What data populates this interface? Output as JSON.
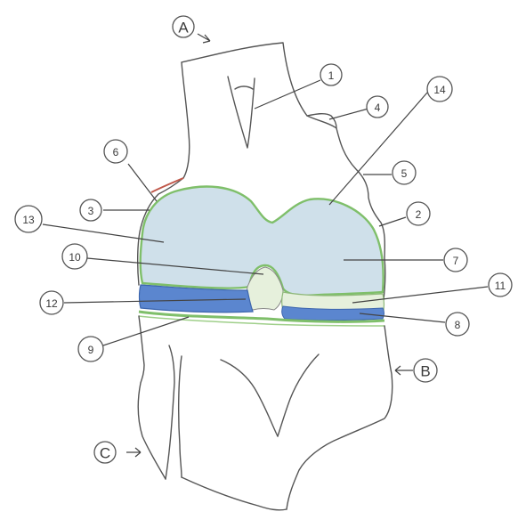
{
  "figure": {
    "colors": {
      "cartilage_fill": "#cfe0ea",
      "cartilage_edge": "#7fbf6a",
      "meniscus": "#5b86cf",
      "meniscus_light": "#e6f0dc",
      "line": "#555555",
      "ligament_red": "#c0584a"
    }
  },
  "letters": [
    {
      "id": "A",
      "text": "A"
    },
    {
      "id": "B",
      "text": "B"
    },
    {
      "id": "C",
      "text": "C"
    }
  ],
  "callouts": [
    {
      "id": "1",
      "text": "1"
    },
    {
      "id": "2",
      "text": "2"
    },
    {
      "id": "3",
      "text": "3"
    },
    {
      "id": "4",
      "text": "4"
    },
    {
      "id": "5",
      "text": "5"
    },
    {
      "id": "6",
      "text": "6"
    },
    {
      "id": "7",
      "text": "7"
    },
    {
      "id": "8",
      "text": "8"
    },
    {
      "id": "9",
      "text": "9"
    },
    {
      "id": "10",
      "text": "10"
    },
    {
      "id": "11",
      "text": "11"
    },
    {
      "id": "12",
      "text": "12"
    },
    {
      "id": "13",
      "text": "13"
    },
    {
      "id": "14",
      "text": "14"
    }
  ]
}
